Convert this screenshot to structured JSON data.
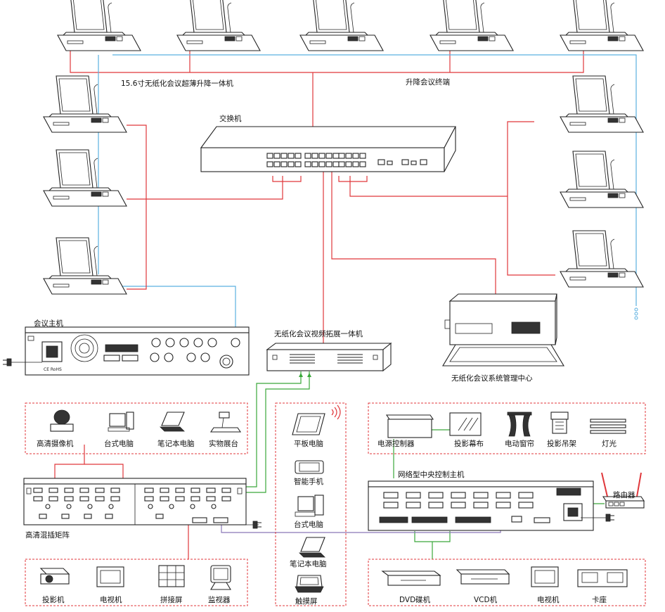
{
  "labels": {
    "terminal_15inch": "15.6寸无纸化会议超薄升降一体机",
    "lift_terminal": "升降会议终端",
    "switch": "交换机",
    "conference_host": "会议主机",
    "video_expander": "无纸化会议视频拓展一体机",
    "management_center": "无纸化会议系统管理中心",
    "matrix": "高清混插矩阵",
    "central_control": "网络型中央控制主机",
    "router": "路由器"
  },
  "inputs_group": [
    "高清摄像机",
    "台式电脑",
    "笔记本电脑",
    "实物展台"
  ],
  "outputs_group": [
    "投影机",
    "电视机",
    "拼接屏",
    "监视器"
  ],
  "mobile_group": [
    "平板电脑",
    "智能手机",
    "台式电脑",
    "笔记本电脑",
    "触摸屏"
  ],
  "control_group": [
    "电源控制器",
    "投影幕布",
    "电动窗帘",
    "投影吊架",
    "灯光"
  ],
  "av_group": [
    "DVD碟机",
    "VCD机",
    "电视机",
    "卡座"
  ],
  "panel_text": {
    "ce_mark": "CE RoHS"
  },
  "colors": {
    "network_line": "#e0373b",
    "serial_line": "#5bb0e0",
    "video_line": "#3aa83a",
    "control_line": "#8a78b8",
    "group_border": "#e0373b"
  }
}
